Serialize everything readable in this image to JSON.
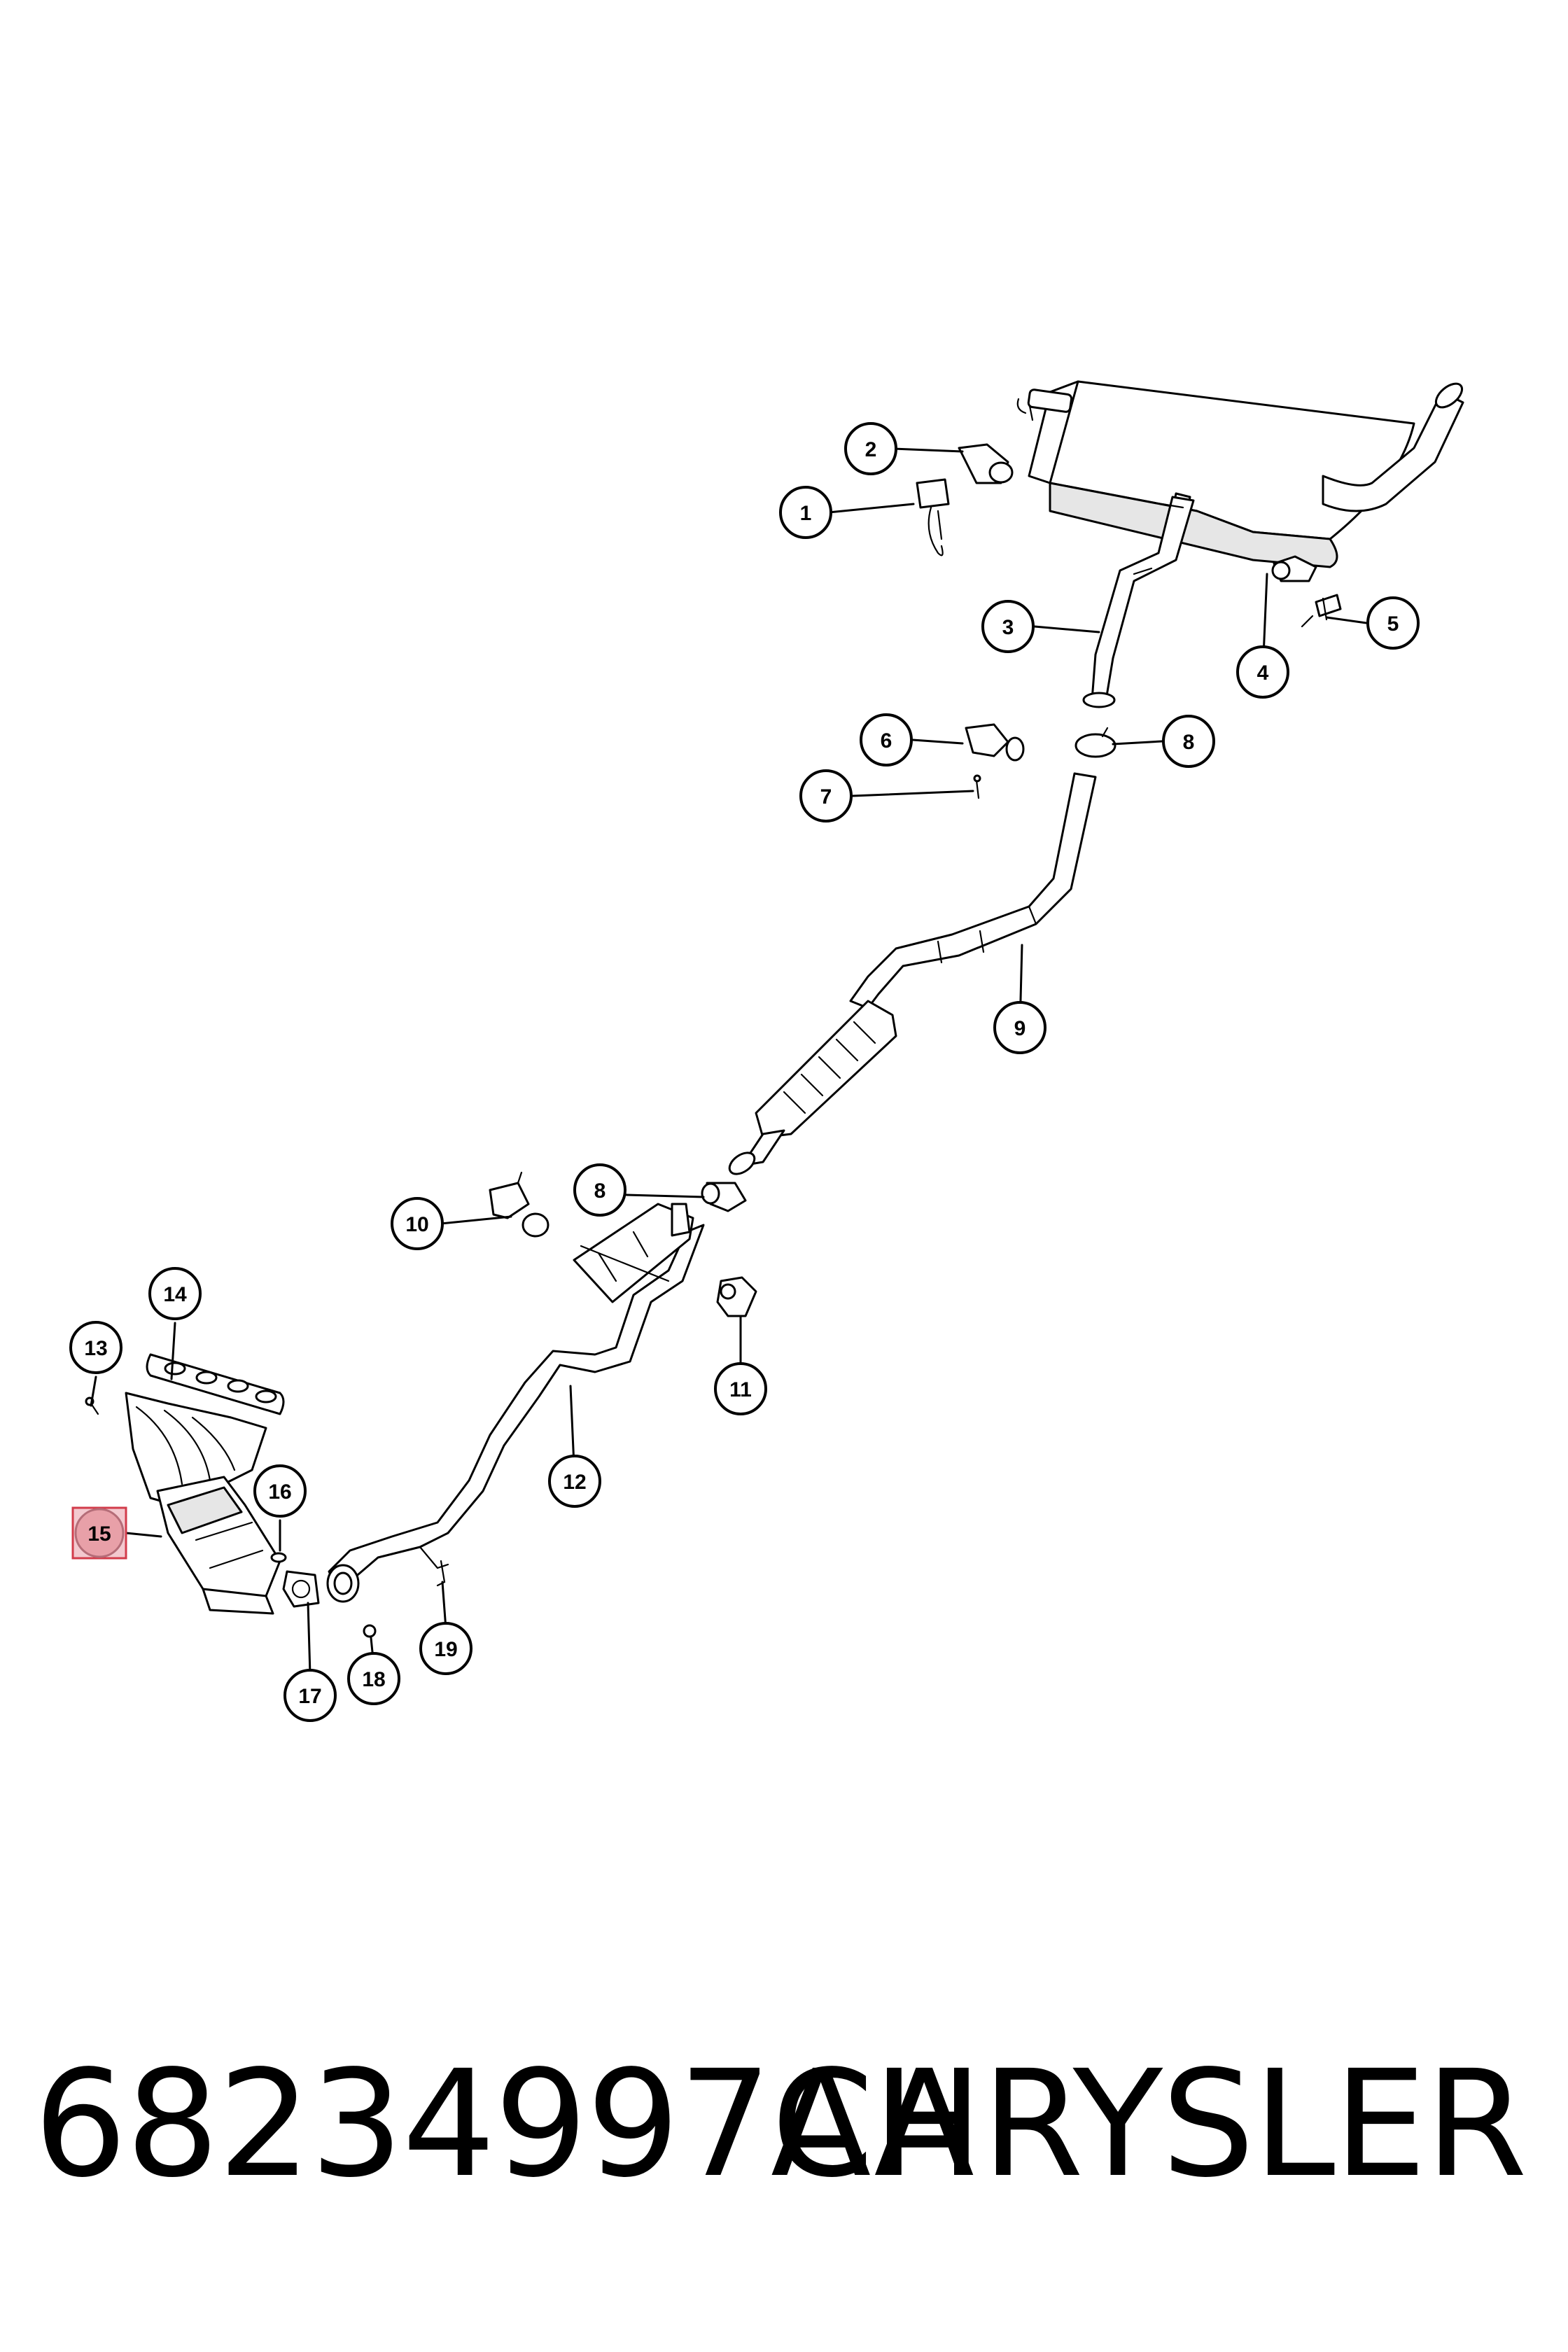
{
  "callouts": [
    {
      "id": "1",
      "label": "1"
    },
    {
      "id": "2",
      "label": "2"
    },
    {
      "id": "3",
      "label": "3"
    },
    {
      "id": "4",
      "label": "4"
    },
    {
      "id": "5",
      "label": "5"
    },
    {
      "id": "6",
      "label": "6"
    },
    {
      "id": "7",
      "label": "7"
    },
    {
      "id": "8a",
      "label": "8"
    },
    {
      "id": "9",
      "label": "9"
    },
    {
      "id": "8b",
      "label": "8"
    },
    {
      "id": "10",
      "label": "10"
    },
    {
      "id": "11",
      "label": "11"
    },
    {
      "id": "12",
      "label": "12"
    },
    {
      "id": "13",
      "label": "13"
    },
    {
      "id": "14",
      "label": "14"
    },
    {
      "id": "15",
      "label": "15"
    },
    {
      "id": "16",
      "label": "16"
    },
    {
      "id": "17",
      "label": "17"
    },
    {
      "id": "18",
      "label": "18"
    },
    {
      "id": "19",
      "label": "19"
    }
  ],
  "highlighted_callout": "15",
  "highlight_color": "#e8a0a8",
  "highlight_border_color": "#d23c4b",
  "footer": {
    "part_number": "68234997AA",
    "brand": "CHRYSLER"
  }
}
